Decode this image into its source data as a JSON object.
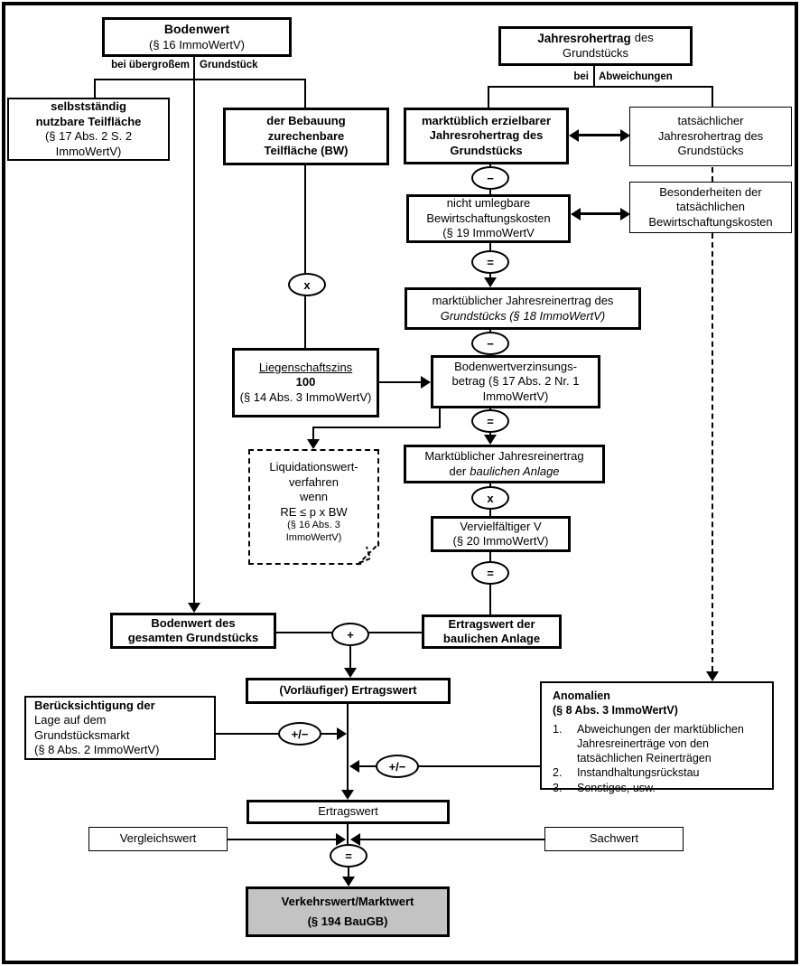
{
  "title": "Ertragswertverfahren Ablaufschema (ImmoWertV)",
  "colors": {
    "line": "#000000",
    "box_bg": "#ffffff",
    "result_bg": "#c3c3c3"
  },
  "operators": {
    "minus": "−",
    "equals": "=",
    "times": "x",
    "plus": "+",
    "plusminus": "+/−"
  },
  "labels": {
    "uebergross_left": "bei übergroßem",
    "uebergross_right": "Grundstück",
    "abweichung_left": "bei",
    "abweichung_right": "Abweichungen"
  },
  "boxes": {
    "bodenwert": {
      "line1": "Bodenwert",
      "line2": "(§ 16 ImmoWertV)"
    },
    "jahresrohertrag": {
      "bold": "Jahresrohertrag",
      "rest": "des",
      "line2": "Grundstücks"
    },
    "selbststaendig": {
      "line1": "selbstständig",
      "line2": "nutzbare Teilfläche",
      "line3": "(§ 17 Abs. 2 S. 2",
      "line4": "ImmoWertV)"
    },
    "bebauung": {
      "line1": "der Bebauung",
      "line2": "zurechenbare",
      "line3": "Teilfläche (BW)"
    },
    "marktueblich_rohertrag": {
      "line1": "marktüblich erzielbarer",
      "line2": "Jahresrohertrag des",
      "line3": "Grundstücks"
    },
    "tatsaechlich_rohertrag": {
      "line1": "tatsächlicher",
      "line2": "Jahresrohertrag des",
      "line3": "Grundstücks"
    },
    "nicht_umlegbare": {
      "line1": "nicht umlegbare",
      "line2": "Bewirtschaftungskosten",
      "line3": "(§ 19 ImmoWertV"
    },
    "besonderheiten": {
      "line1": "Besonderheiten der",
      "line2": "tatsächlichen",
      "line3": "Bewirtschaftungskosten"
    },
    "jahresreinertrag": {
      "line1": "marktüblicher Jahresreinertrag des",
      "line2": "Grundstücks (§ 18 ImmoWertV)"
    },
    "liegenschaftszins": {
      "line1": "Liegenschaftszins",
      "line2": "100",
      "line3": "(§ 14 Abs. 3 ImmoWertV)"
    },
    "bodenwertverzinsung": {
      "line1": "Bodenwertverzinsungs-",
      "line2": "betrag (§ 17 Abs. 2 Nr. 1",
      "line3": "ImmoWertV)"
    },
    "liquidationswert": {
      "line1": "Liquidationswert-",
      "line2": "verfahren",
      "line3": "wenn",
      "line4": "RE ≤ p x BW",
      "line5": "(§ 16 Abs. 3",
      "line6": "ImmoWertV)"
    },
    "jre_anlage": {
      "line1": "Marktüblicher Jahresreinertrag",
      "line2_pre": "der",
      "line2_italic": "baulichen Anlage"
    },
    "vervielfaeltiger": {
      "line1": "Vervielfältiger V",
      "line2": "(§ 20 ImmoWertV)"
    },
    "bodenwert_gesamt": {
      "line1": "Bodenwert des",
      "line2": "gesamten Grundstücks"
    },
    "ertragswert_anlage": {
      "line1": "Ertragswert der",
      "line2": "baulichen Anlage"
    },
    "vorlaeufiger": {
      "line1": "(Vorläufiger) Ertragswert"
    },
    "beruecksichtigung": {
      "line1": "Berücksichtigung der",
      "line2": "Lage auf dem",
      "line3": "Grundstücksmarkt",
      "line4": "(§ 8 Abs. 2 ImmoWertV)"
    },
    "anomalien": {
      "heading1": "Anomalien",
      "heading2": "(§ 8 Abs. 3 ImmoWertV)",
      "items": [
        {
          "num": "1.",
          "text": "Abweichungen der marktüblichen Jahresreinerträge von den tatsächlichen Reinerträgen"
        },
        {
          "num": "2.",
          "text": "Instandhaltungsrückstau"
        },
        {
          "num": "3.",
          "text": "Sonstiges, usw."
        }
      ]
    },
    "ertragswert": {
      "line1": "Ertragswert"
    },
    "vergleichswert": {
      "line1": "Vergleichswert"
    },
    "sachwert": {
      "line1": "Sachwert"
    },
    "verkehrswert": {
      "line1": "Verkehrswert/Marktwert",
      "line2": "(§ 194 BauGB)"
    }
  }
}
